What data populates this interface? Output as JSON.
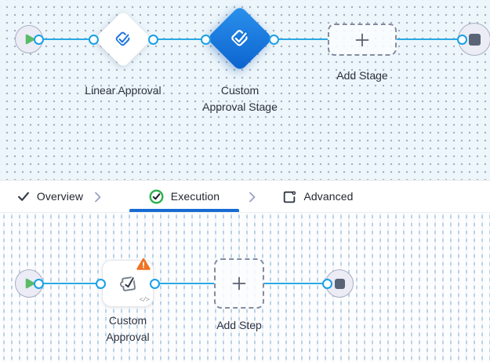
{
  "stage_canvas": {
    "linear_approval_label": "Linear Approval",
    "custom_stage_label_line1": "Custom",
    "custom_stage_label_line2": "Approval Stage",
    "add_stage_label": "Add Stage"
  },
  "tab_bar": {
    "overview_label": "Overview",
    "execution_label": "Execution",
    "advanced_label": "Advanced"
  },
  "step_canvas": {
    "custom_approval_label_line1": "Custom",
    "custom_approval_label_line2": "Approval",
    "add_step_label": "Add Step",
    "code_badge": "</>"
  },
  "colors": {
    "edge_blue": "#2aa9e3",
    "port_blue": "#18a0e8",
    "selected_node_blue": "#1478e0",
    "active_tab_underline": "#176bd3",
    "success_green": "#2cb14c",
    "warning_orange": "#ee7223",
    "start_green": "#5cbb68",
    "canvas_top_bg": "#edf6fb"
  }
}
